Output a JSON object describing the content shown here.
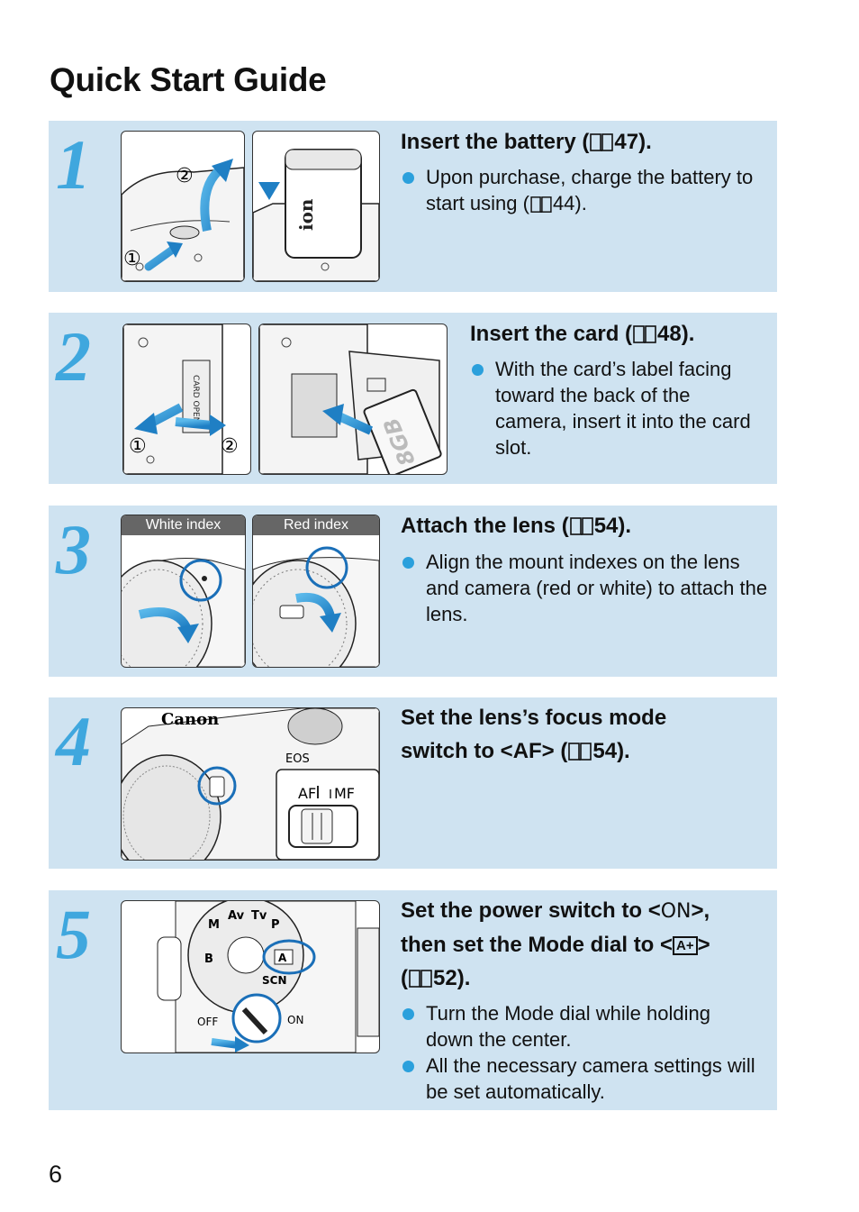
{
  "page": {
    "title": "Quick Start Guide",
    "number": "6"
  },
  "steps": [
    {
      "number": "1",
      "heading_pre": "Insert the battery (",
      "heading_ref": "47",
      "heading_post": ").",
      "bullets": [
        {
          "pre": "Upon purchase, charge the battery to start using (",
          "ref": "44",
          "post": ")."
        }
      ],
      "image_callouts": [
        "①",
        "②"
      ]
    },
    {
      "number": "2",
      "heading_pre": "Insert the card (",
      "heading_ref": "48",
      "heading_post": ").",
      "bullets": [
        {
          "text": "With the card’s label facing toward the back of the camera, insert it into the card slot."
        }
      ],
      "image_callouts": [
        "①",
        "②"
      ],
      "card_text": "8GB"
    },
    {
      "number": "3",
      "heading_pre": "Attach the lens (",
      "heading_ref": "54",
      "heading_post": ").",
      "bullets": [
        {
          "text": "Align the mount indexes on the lens and camera (red or white) to attach the lens."
        }
      ],
      "image_labels": [
        "White index",
        "Red index"
      ]
    },
    {
      "number": "4",
      "heading_line1": "Set the lens’s focus mode",
      "heading_line2_pre": "switch to <AF> (",
      "heading_ref": "54",
      "heading_post": ").",
      "switch_labels": [
        "AF",
        "MF"
      ],
      "camera_text": [
        "Canon",
        "EOS"
      ]
    },
    {
      "number": "5",
      "heading_line1_pre": "Set the power switch to <",
      "heading_line1_symbol": "ON",
      "heading_line1_post": ">,",
      "heading_line2_pre": "then set the Mode dial to <",
      "heading_line2_symbol": "A+",
      "heading_line2_post": ">",
      "heading_line3_pre": "(",
      "heading_ref": "52",
      "heading_line3_post": ").",
      "bullets": [
        {
          "text": "Turn the Mode dial while holding down the center."
        },
        {
          "text": "All the necessary camera settings will be set automatically."
        }
      ],
      "switch_labels": [
        "OFF",
        "ON"
      ]
    }
  ],
  "colors": {
    "panel": "#cfe3f1",
    "step_number": "#3fa7de",
    "bullet": "#2ba0dc",
    "arrow": "#2b8fd0",
    "highlight": "#1a6fb8"
  }
}
